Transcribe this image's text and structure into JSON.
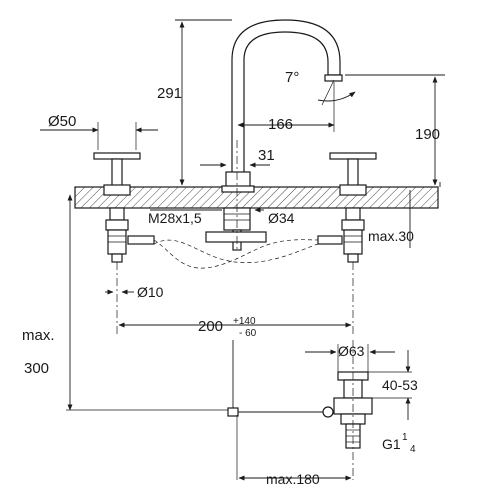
{
  "dimensions": {
    "spout_height": "291",
    "spout_angle": "7°",
    "spout_reach": "166",
    "total_height_right": "190",
    "handle_diameter": "Ø50",
    "spout_base_width": "31",
    "thread_size": "M28x1,5",
    "spout_base_diameter": "Ø34",
    "max_deck_thickness": "max.30",
    "pipe_diameter": "Ø10",
    "center_distance": "200",
    "center_distance_tol_plus": "+140",
    "center_distance_tol_minus": "- 60",
    "max_depth_label": "max.",
    "max_depth_value": "300",
    "drain_diameter": "Ø63",
    "drain_height_range": "40-53",
    "drain_thread_main": "G1",
    "drain_thread_num": "1",
    "drain_thread_den": "4",
    "max_pull_rod": "max.180"
  },
  "colors": {
    "line": "#1a1a1a",
    "hatch_fill": "#ffffff"
  }
}
